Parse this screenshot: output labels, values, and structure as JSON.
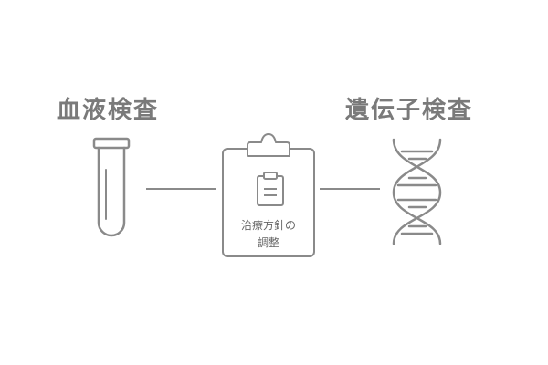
{
  "left_heading": "血液検査",
  "right_heading": "遺伝子検査",
  "card": {
    "line1": "治療方針の",
    "line2": "調整"
  },
  "colors": {
    "heading": "#7a7a7a",
    "stroke": "#8a8a8a",
    "text": "#666666"
  },
  "icons": [
    "test-tube-icon",
    "clipboard-icon",
    "dna-icon"
  ]
}
